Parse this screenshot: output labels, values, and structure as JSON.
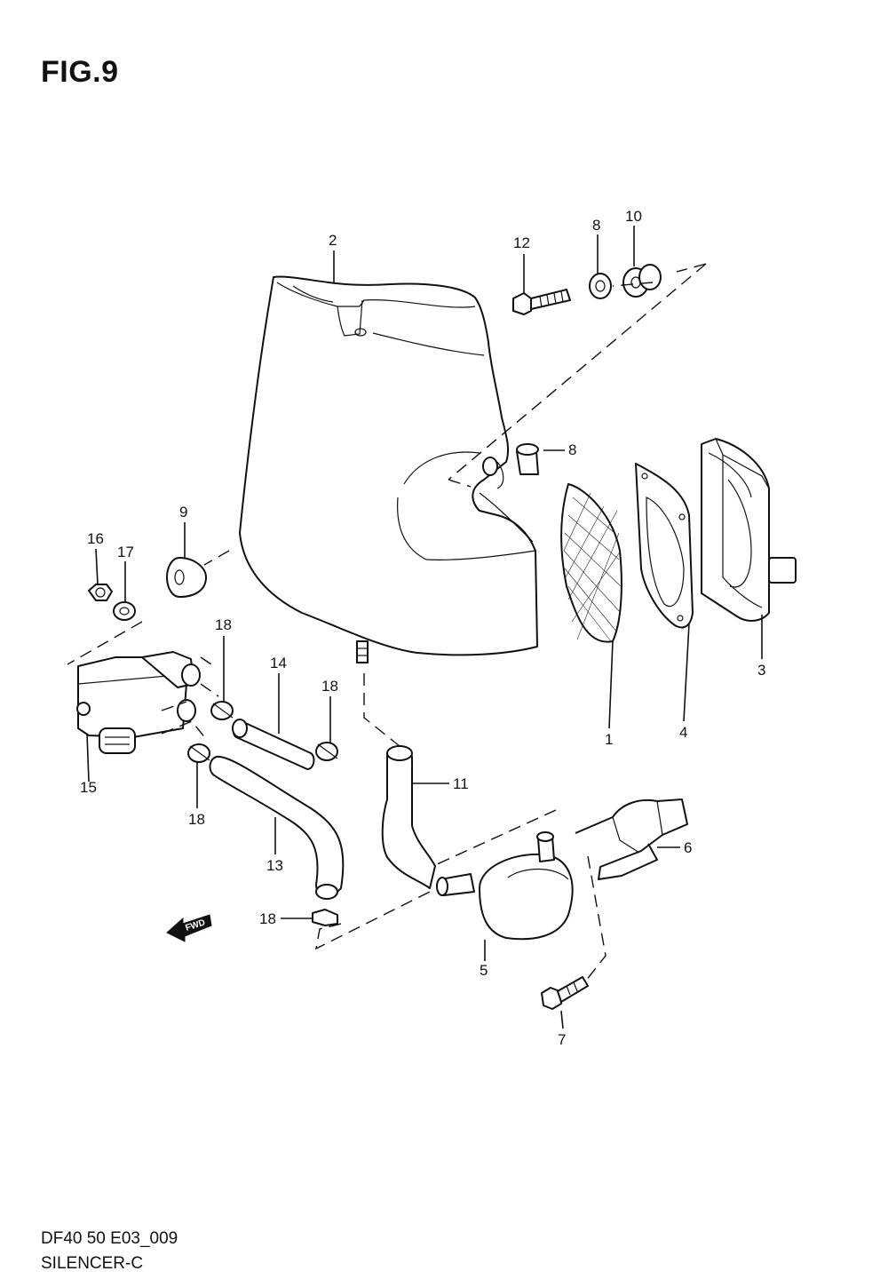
{
  "figure": {
    "title": "FIG.9",
    "code": "DF40 50 E03_009",
    "name": "SILENCER-C"
  },
  "fwd_label": "FWD",
  "callouts": {
    "c1": "1",
    "c2": "2",
    "c3": "3",
    "c4": "4",
    "c5": "5",
    "c6": "6",
    "c7": "7",
    "c8a": "8",
    "c8b": "8",
    "c9": "9",
    "c10": "10",
    "c11": "11",
    "c12": "12",
    "c13": "13",
    "c14": "14",
    "c15": "15",
    "c16": "16",
    "c17": "17",
    "c18a": "18",
    "c18b": "18",
    "c18c": "18",
    "c18d": "18"
  }
}
